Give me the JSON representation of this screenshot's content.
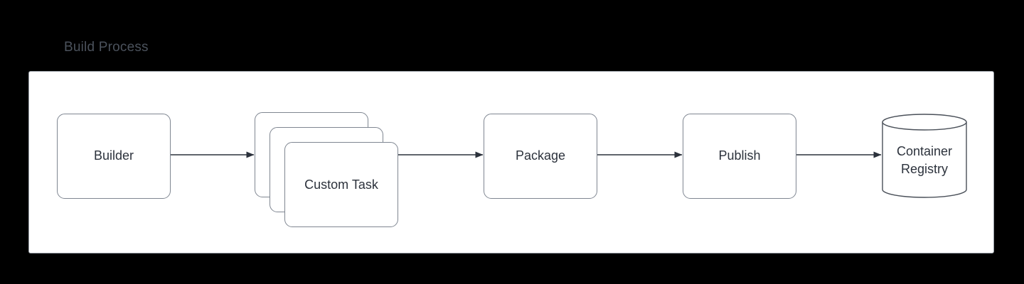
{
  "diagram": {
    "title": "Build Process",
    "colors": {
      "background": "#000000",
      "panel_fill": "#ffffff",
      "panel_border": "#9aa0a8",
      "node_border": "#7f8691",
      "node_text": "#2c323c",
      "title_text": "#4b525c",
      "edge": "#2c323c"
    },
    "nodes": [
      {
        "id": "builder",
        "label": "Builder",
        "shape": "rounded-rectangle"
      },
      {
        "id": "custom-task-back",
        "label": "Custom Task",
        "shape": "rounded-rectangle"
      },
      {
        "id": "custom-task-middle",
        "label": "Custom Task",
        "shape": "rounded-rectangle"
      },
      {
        "id": "custom-task-front",
        "label": "Custom Task",
        "shape": "rounded-rectangle"
      },
      {
        "id": "package",
        "label": "Package",
        "shape": "rounded-rectangle"
      },
      {
        "id": "publish",
        "label": "Publish",
        "shape": "rounded-rectangle"
      },
      {
        "id": "container-registry",
        "label_line1": "Container",
        "label_line2": "Registry",
        "shape": "cylinder"
      }
    ],
    "edges": [
      {
        "from": "builder",
        "to": "custom-task-back",
        "arrow": "arrow-head-icon"
      },
      {
        "from": "custom-task-front",
        "to": "package",
        "arrow": "arrow-head-icon"
      },
      {
        "from": "package",
        "to": "publish",
        "arrow": "arrow-head-icon"
      },
      {
        "from": "publish",
        "to": "container-registry",
        "arrow": "arrow-head-icon"
      }
    ]
  }
}
